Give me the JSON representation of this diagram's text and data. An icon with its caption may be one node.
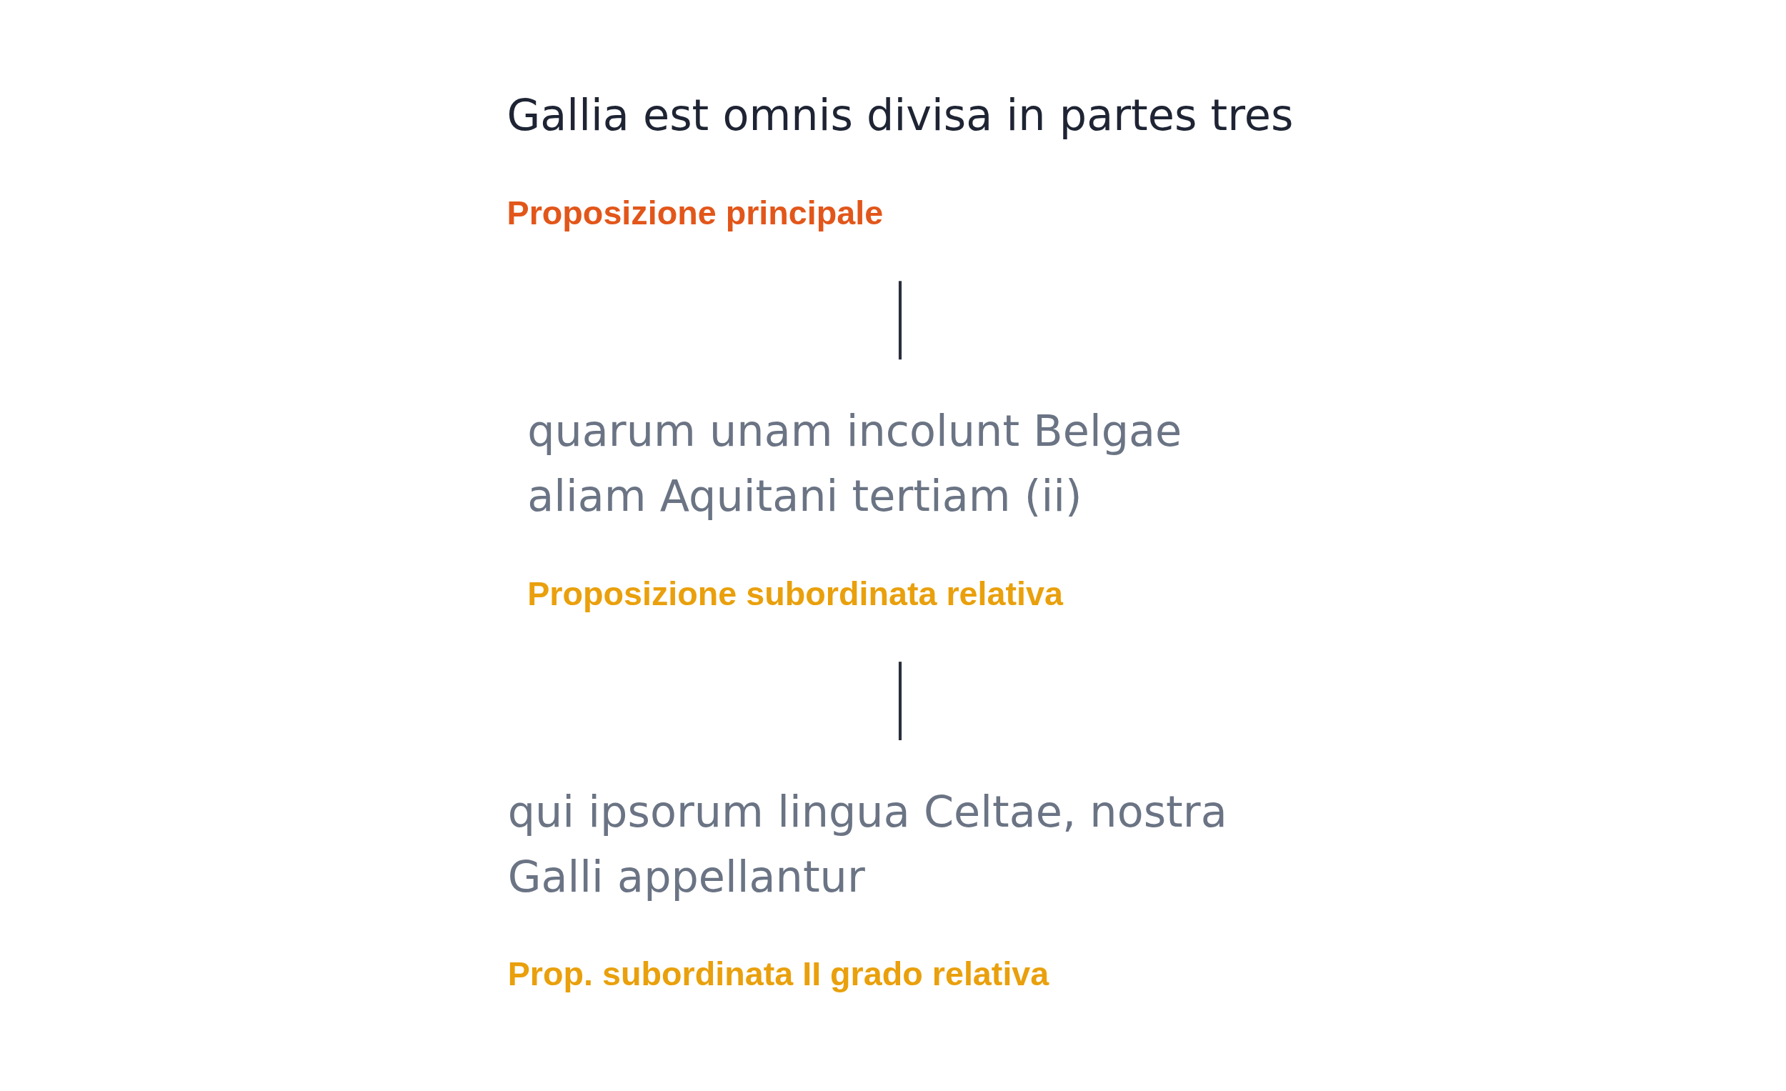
{
  "diagram": {
    "nodes": [
      {
        "text": [
          "Gallia est omnis divisa in partes tres",
          "Proposizione principale"
        ]
      },
      {
        "text": [
          "quarum unam incolunt Belgae aliam Aquitani tertiam (ii)",
          "Proposizione subordinata relativa"
        ]
      },
      {
        "text": [
          "qui ipsorum lingua Celtae, nostra Galli appellantur",
          "Prop. subordinata II grado relativa"
        ]
      }
    ],
    "edges": [
      {
        "from": 0,
        "to": 1,
        "arrow": "none"
      },
      {
        "from": 1,
        "to": 2,
        "arrow": "none"
      }
    ]
  }
}
